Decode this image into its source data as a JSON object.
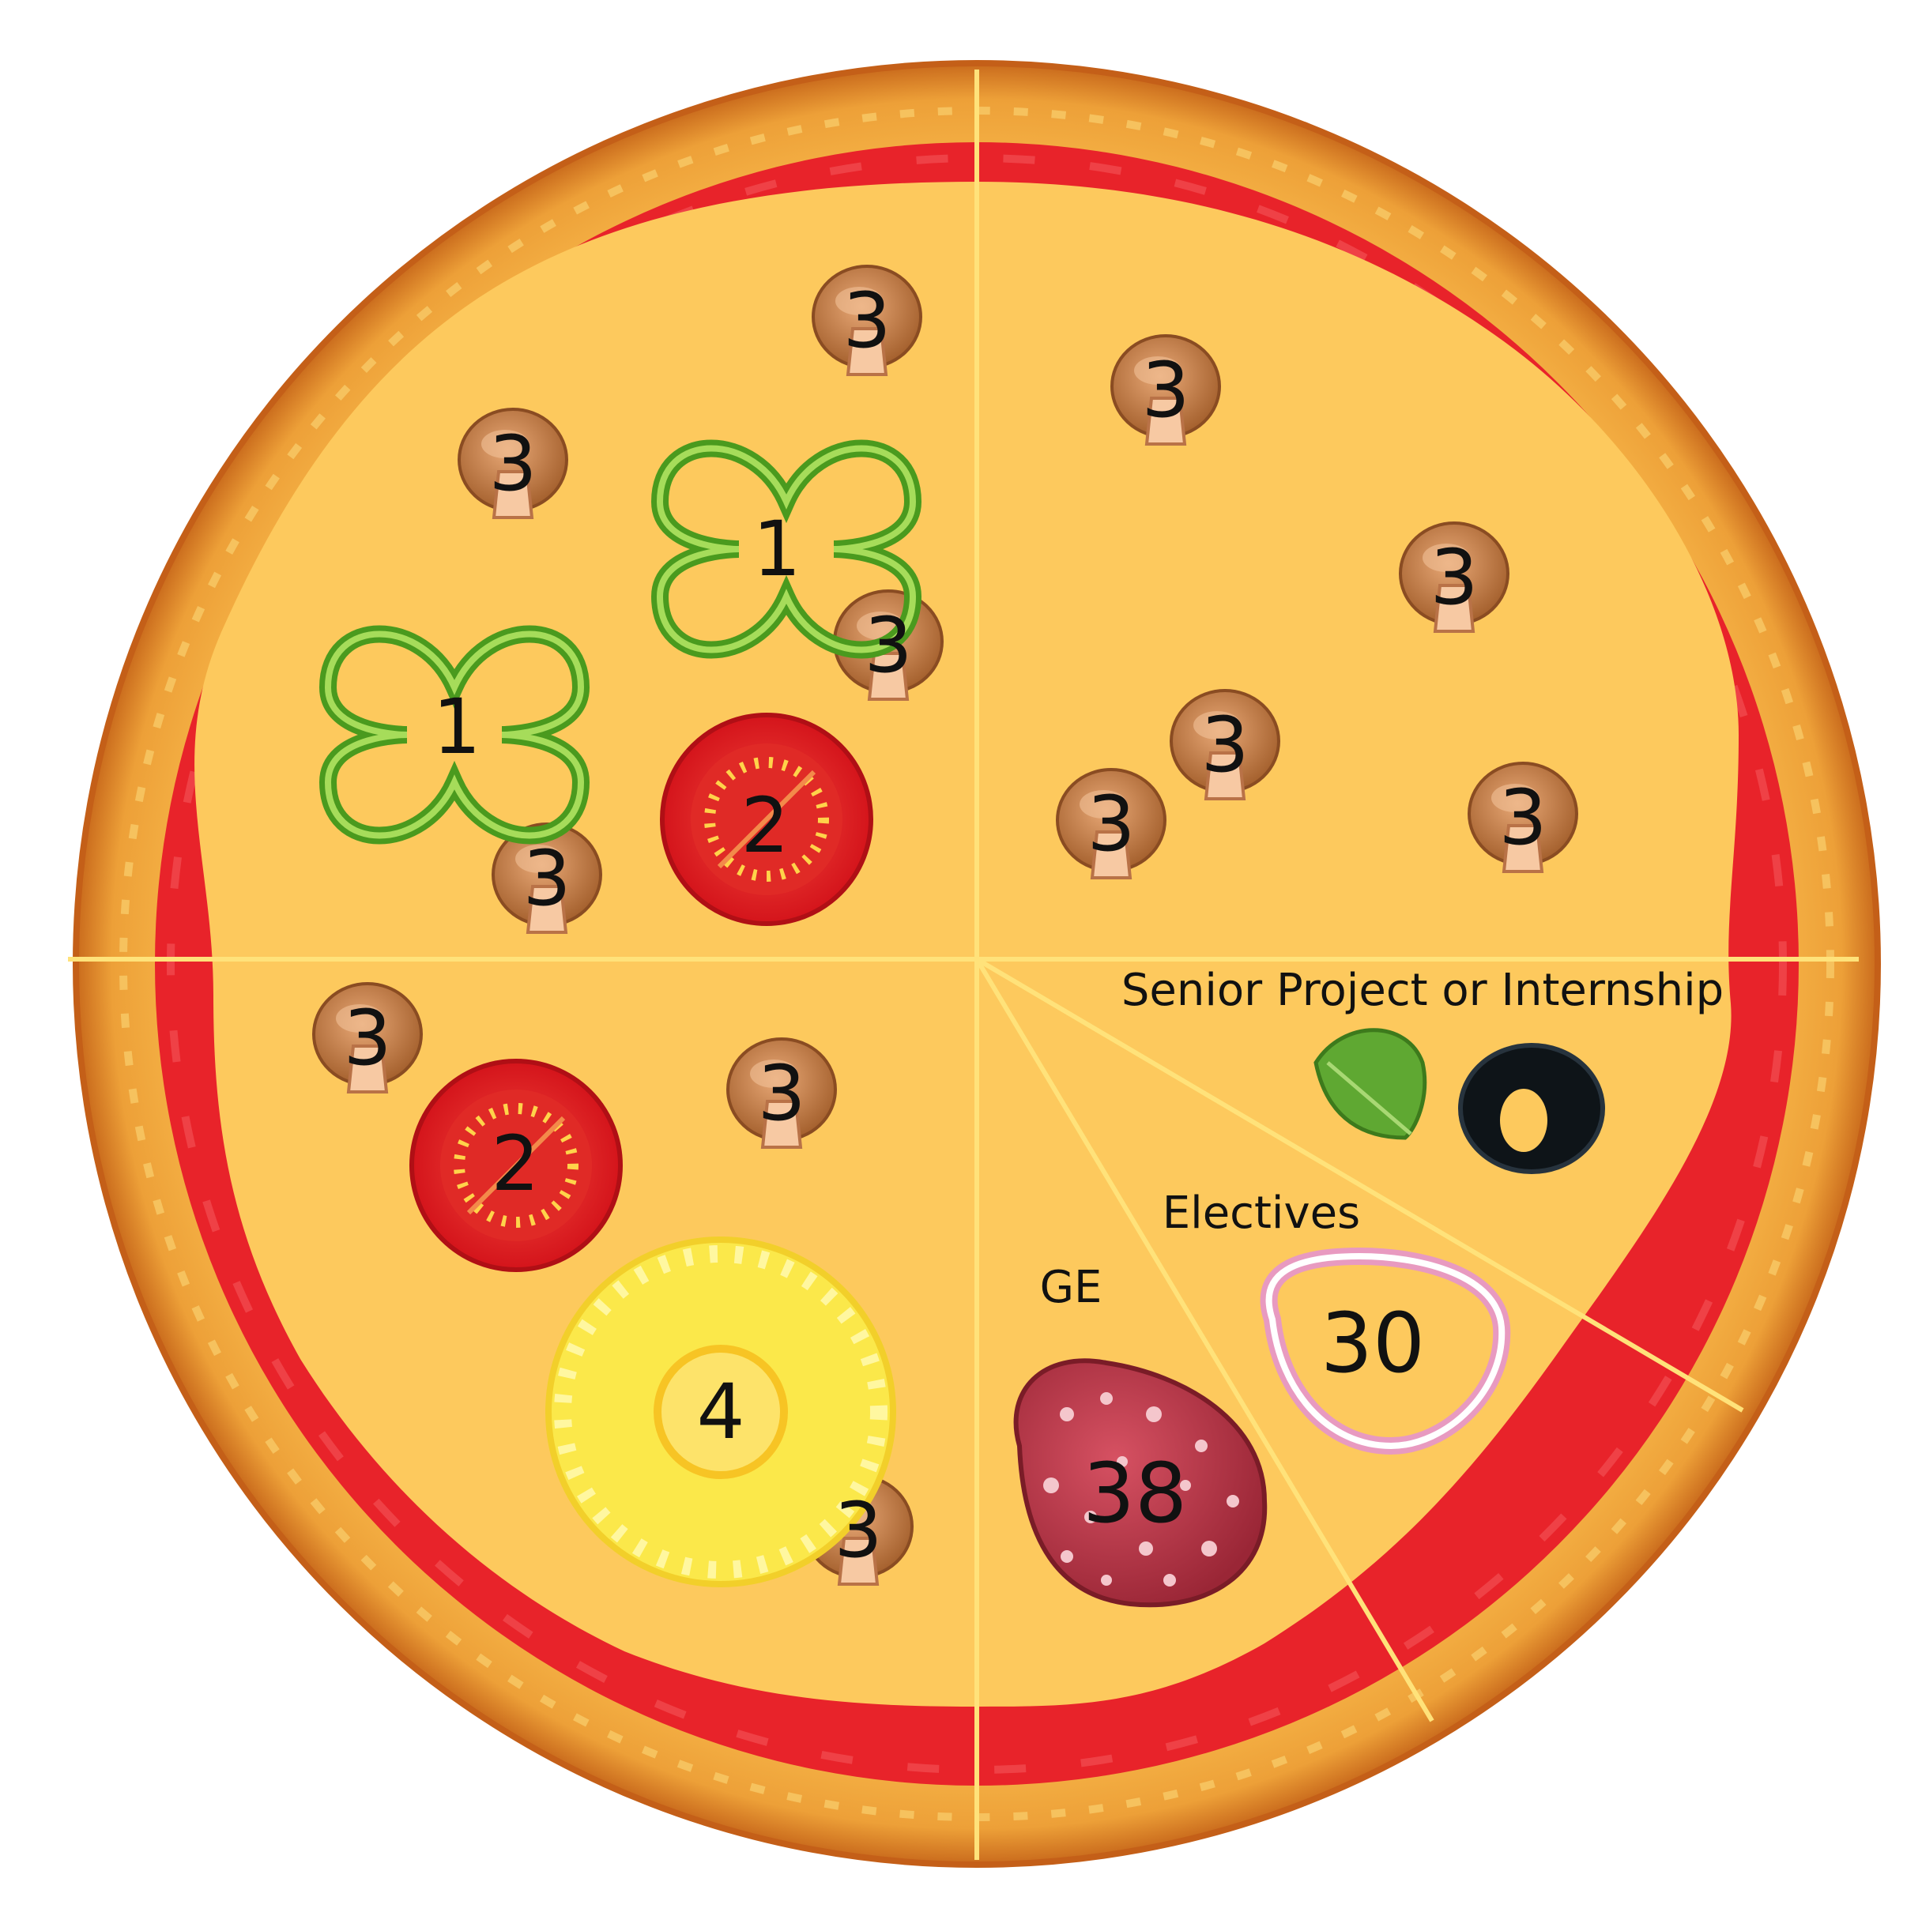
{
  "categories": {
    "senior_project": "Senior Project or Internship",
    "electives": "Electives",
    "ge": "GE"
  },
  "values": {
    "electives_credits": "30",
    "ge_credits": "38"
  },
  "toppings": {
    "mushroom": "3",
    "pepper": "1",
    "tomato": "2",
    "pineapple": "4"
  },
  "colors": {
    "crust": "#e8962e",
    "sauce": "#e8232a",
    "cheese": "#fdc95d",
    "slice_line": "#ffe27a"
  }
}
